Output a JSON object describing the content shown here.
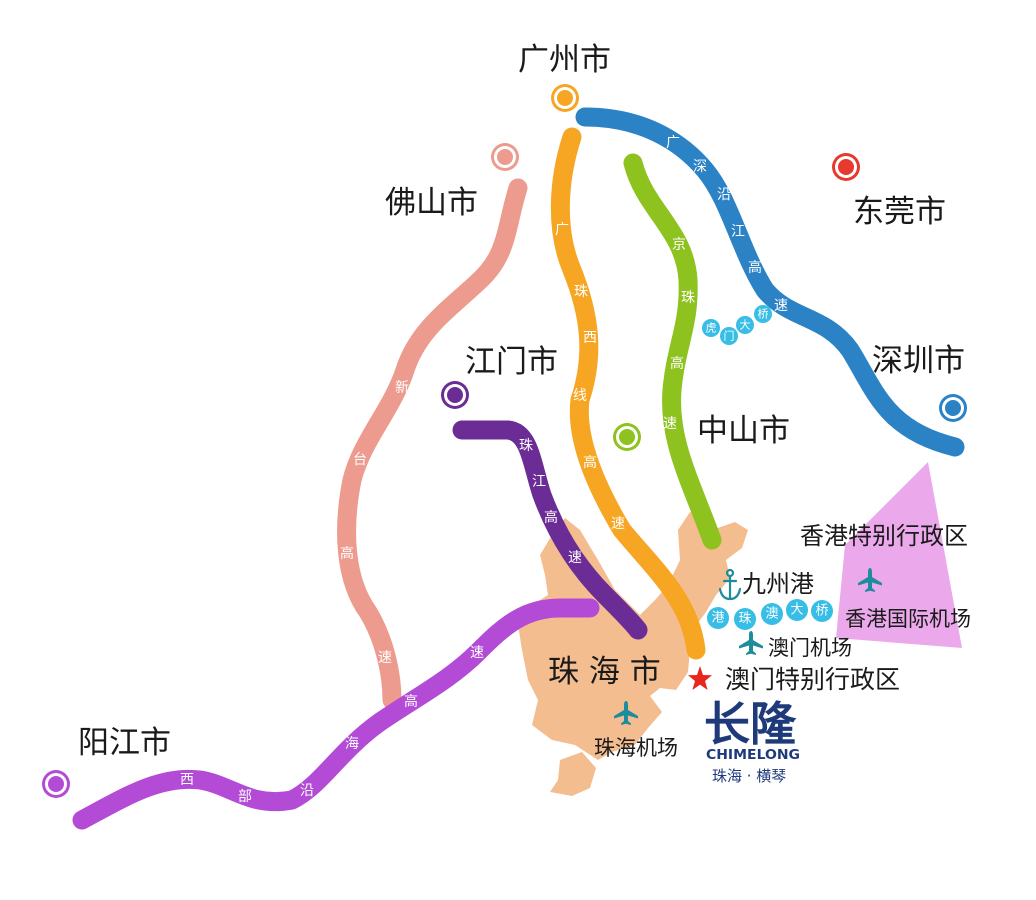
{
  "map": {
    "cities": [
      {
        "label": "广州市",
        "color": "#F6A623"
      },
      {
        "label": "佛山市",
        "color": "#EC9B8E"
      },
      {
        "label": "东莞市",
        "color": "#E8392F"
      },
      {
        "label": "江门市",
        "color": "#6B2D95"
      },
      {
        "label": "深圳市",
        "color": "#2B83C6"
      },
      {
        "label": "中山市",
        "color": "#8DC21F"
      },
      {
        "label": "珠 海 市"
      },
      {
        "label": "阳江市",
        "color": "#B34BD6"
      }
    ],
    "regions": {
      "hongkong": "香港特别行政区",
      "macau": "澳门特别行政区"
    },
    "places": {
      "jiuzhou_port": "九州港",
      "hk_airport": "香港国际机场",
      "macau_airport": "澳门机场",
      "zhuhai_airport": "珠海机场"
    },
    "highways": [
      {
        "chars": [
          "广",
          "深",
          "沿",
          "江",
          "高",
          "速"
        ],
        "color": "#2B83C6"
      },
      {
        "chars": [
          "京",
          "珠",
          "高",
          "速"
        ],
        "color": "#8DC21F"
      },
      {
        "chars": [
          "广",
          "珠",
          "西",
          "线",
          "高",
          "速"
        ],
        "color": "#F6A623"
      },
      {
        "chars": [
          "珠",
          "江",
          "高",
          "速"
        ],
        "color": "#6B2D95"
      },
      {
        "chars": [
          "新",
          "台",
          "高",
          "速"
        ],
        "color": "#EC9B8E"
      },
      {
        "chars": [
          "西",
          "部",
          "沿",
          "海",
          "高",
          "速"
        ],
        "color": "#B34BD6"
      }
    ],
    "bridges": [
      {
        "chars": [
          "港",
          "珠",
          "澳",
          "大",
          "桥"
        ]
      },
      {
        "chars": [
          "虎",
          "门",
          "大",
          "桥"
        ]
      }
    ],
    "icons": [
      "airplane-icon",
      "anchor-icon",
      "star-icon",
      "city-marker-icon"
    ],
    "colors": {
      "land": "#F3BD90",
      "hongkong_area": "#EBA9EC",
      "bridge_badge": "#38BDE6",
      "icon": "#1E8C9C",
      "star": "#E8261E",
      "logo": "#1E3A7B"
    }
  },
  "logo": {
    "name": "长隆",
    "latin": "CHIMELONG",
    "location": "珠海 · 横琴"
  }
}
